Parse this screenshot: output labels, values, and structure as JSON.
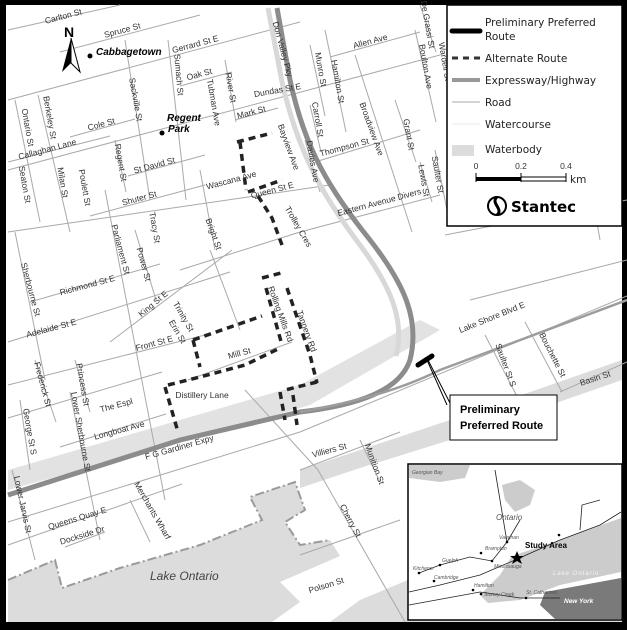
{
  "colors": {
    "preferred_route": "#000000",
    "alternate_route": "#222222",
    "expressway": "#8c8c8c",
    "road": "#a9a9a9",
    "watercourse": "#e8e8e8",
    "waterbody": "#dcdcdc",
    "new_york": "#7a7a7a"
  },
  "north_arrow": {
    "label": "N",
    "icon": "north-arrow-icon"
  },
  "places": {
    "cabbagetown": "Cabbagetown",
    "regent_park": "Regent Park",
    "regent": "Regent",
    "park": "Park",
    "lake_ontario": "Lake Ontario"
  },
  "streets": {
    "carlton": "Carlton St",
    "spruce": "Spruce St",
    "gerrard": "Gerrard St E",
    "oak": "Oak St",
    "sumach": "Sumach St",
    "tubman": "Tubman Ave",
    "river": "River St",
    "mark": "Mark St",
    "dundas": "Dundas St E",
    "dvp": "Don Valley Pky",
    "munro": "Munro St",
    "hamilton": "Hamilton St",
    "allen": "Allen Ave",
    "degrassi": "De Grassi St",
    "boulton": "Boulton Ave",
    "wardell": "Wardell St",
    "carroll": "Carroll St",
    "broadview": "Broadview Ave",
    "grant": "Grant St",
    "thompson": "Thompson St",
    "davies": "Davies Ave",
    "bayview": "Bayview Ave",
    "lewis": "Lewis St",
    "saulter": "Saulter St",
    "wascana": "Wascana Ave",
    "queen": "Queen St E",
    "trolley": "Trolley Cres",
    "eastern": "Eastern Avenue Divers",
    "berkeley": "Berkeley St",
    "ontario": "Ontario St",
    "cole": "Cole St",
    "sackville": "Sackville St",
    "callaghan": "Callaghan Lane",
    "regent_st": "Regent St",
    "stdavid": "St David St",
    "seaton": "Seaton St",
    "milan": "Milan St",
    "poulett": "Poulett St",
    "shuter": "Shuter St",
    "tracy": "Tracy St",
    "parliament": "Parliament St",
    "power": "Power St",
    "bright": "Bright St",
    "sherbourne": "Sherbourne St",
    "richmond": "Richmond St E",
    "king": "King St E",
    "trinity": "Trinity St",
    "erin": "Erin St",
    "adelaide": "Adelaide St E",
    "front": "Front St E",
    "rolling": "Rolling Mills Rd",
    "tannery": "Tannery Rd",
    "mill": "Mill St",
    "frederick": "Frederick St",
    "princess": "Princess St",
    "espl": "The Espl",
    "lower_sherbourne": "Lower Sherbourne St",
    "distillery": "Distillery Lane",
    "longboat": "Longboat Ave",
    "george": "George St S",
    "gardiner": "F G Gardiner Expy",
    "lower_jarvis": "Lower Jarvis St",
    "queens_quay": "Queens Quay E",
    "merchants": "Merchants Wharf",
    "dockside": "Dockside Dr",
    "villiers": "Villiers St",
    "munition": "Munition St",
    "cherry": "Cherry St",
    "polson": "Polson St",
    "lakeshore": "Lake Shore Blvd E",
    "saulter_s": "Saulter St S",
    "bouchette": "Bouchette St",
    "basin": "Basin St"
  },
  "callout": {
    "line1": "Preliminary",
    "line2": "Preferred Route"
  },
  "legend": {
    "items": [
      {
        "label_line1": "Preliminary Preferred",
        "label_line2": "Route",
        "symbol": "thick-black-line"
      },
      {
        "label": "Alternate Route",
        "symbol": "dashed-line"
      },
      {
        "label": "Expressway/Highway",
        "symbol": "thick-gray-line"
      },
      {
        "label": "Road",
        "symbol": "thin-gray-line"
      },
      {
        "label": "Watercourse",
        "symbol": "faint-line"
      },
      {
        "label": "Waterbody",
        "symbol": "gray-box"
      }
    ],
    "scale": {
      "ticks": [
        "0",
        "0.2",
        "0.4"
      ],
      "unit": "km"
    },
    "logo": "Stantec"
  },
  "inset": {
    "georgian_bay": "Georgian Bay",
    "ontario": "Ontario",
    "study_area": "Study Area",
    "lake_ontario": "Lake Ontario",
    "new_york": "New York",
    "cities": [
      "Vaughan",
      "Brampton",
      "Guelph",
      "Kitchener",
      "Cambridge",
      "Mississauga",
      "Hamilton",
      "Stoney Creek",
      "St. Catharines"
    ]
  }
}
